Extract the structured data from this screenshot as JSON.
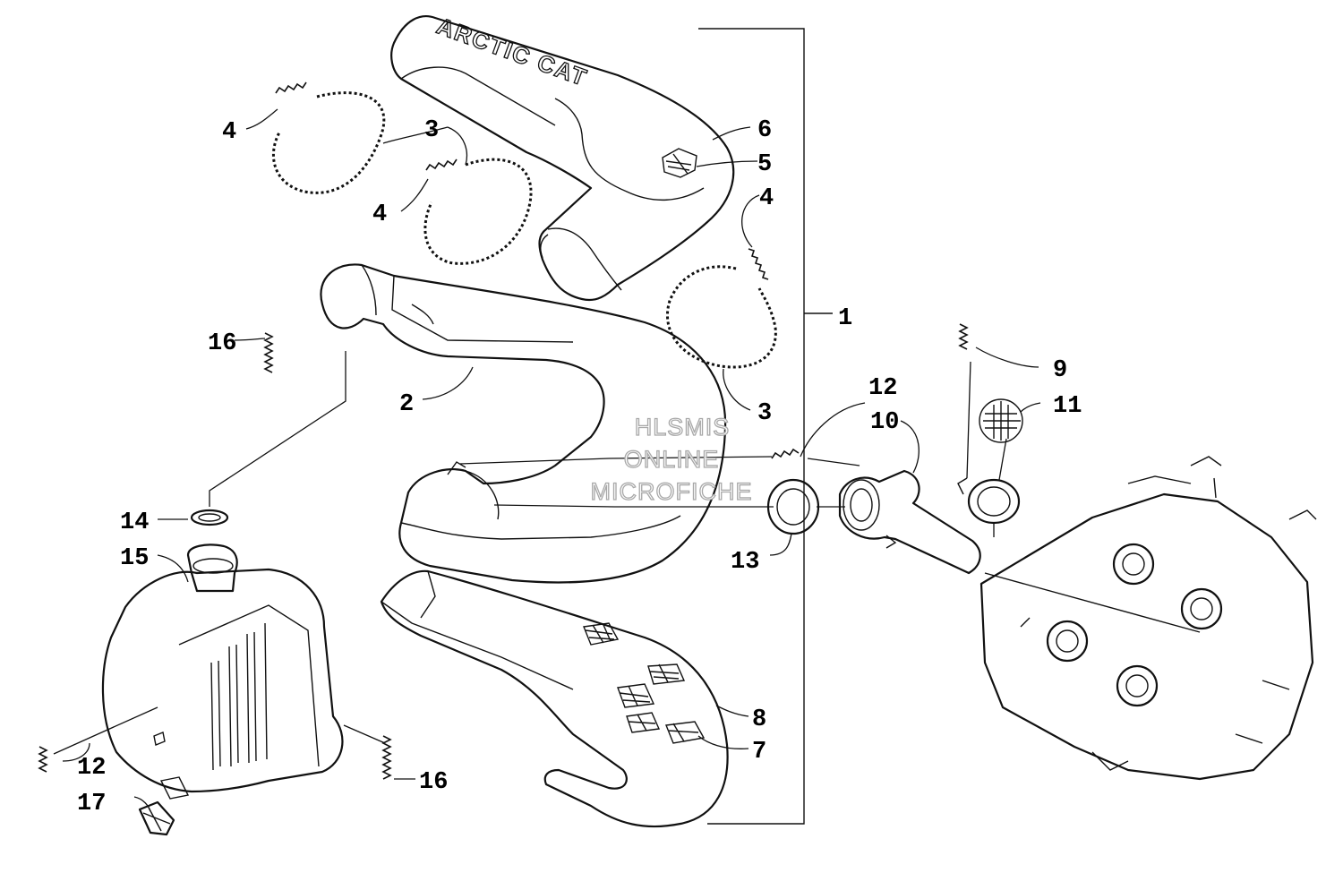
{
  "callouts": [
    {
      "id": "c1",
      "label": "1"
    },
    {
      "id": "c2",
      "label": "2"
    },
    {
      "id": "c3a",
      "label": "3"
    },
    {
      "id": "c3b",
      "label": "3"
    },
    {
      "id": "c4a",
      "label": "4"
    },
    {
      "id": "c4b",
      "label": "4"
    },
    {
      "id": "c4c",
      "label": "4"
    },
    {
      "id": "c5",
      "label": "5"
    },
    {
      "id": "c6",
      "label": "6"
    },
    {
      "id": "c7",
      "label": "7"
    },
    {
      "id": "c8",
      "label": "8"
    },
    {
      "id": "c9",
      "label": "9"
    },
    {
      "id": "c10",
      "label": "10"
    },
    {
      "id": "c11",
      "label": "11"
    },
    {
      "id": "c12a",
      "label": "12"
    },
    {
      "id": "c12b",
      "label": "12"
    },
    {
      "id": "c13",
      "label": "13"
    },
    {
      "id": "c14",
      "label": "14"
    },
    {
      "id": "c15",
      "label": "15"
    },
    {
      "id": "c16a",
      "label": "16"
    },
    {
      "id": "c16b",
      "label": "16"
    },
    {
      "id": "c17",
      "label": "17"
    }
  ],
  "watermark": {
    "line1": "HLSMIS",
    "line2": "ONLINE",
    "line3": "MICROFICHE"
  },
  "logo_text": "ARCTIC CAT"
}
